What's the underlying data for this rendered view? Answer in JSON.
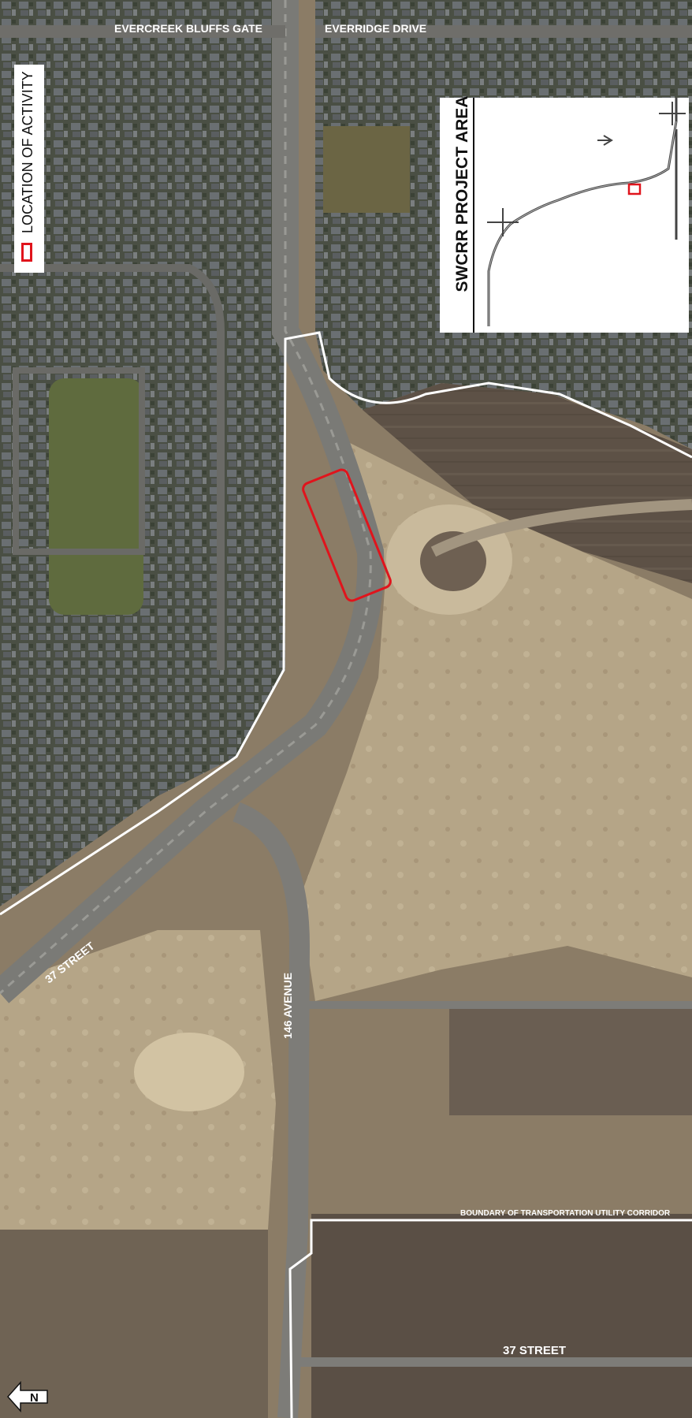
{
  "map": {
    "roads": {
      "evercreek_bluffs_gate": "EVERCREEK BLUFFS GATE",
      "everridge_drive": "EVERRIDGE DRIVE",
      "street_37_west": "37 STREET",
      "avenue_146": "146 AVENUE",
      "street_37_south": "37 STREET"
    },
    "corridor_label": "BOUNDARY OF TRANSPORTATION UTILITY CORRIDOR"
  },
  "legend": {
    "activity_label": "LOCATION OF ACTIVITY",
    "activity_color": "#e0141c"
  },
  "inset": {
    "title": "SWCRR PROJECT AREA"
  },
  "north_arrow": {
    "letter": "N"
  },
  "colors": {
    "boundary": "#ffffff",
    "activity": "#e0141c"
  }
}
